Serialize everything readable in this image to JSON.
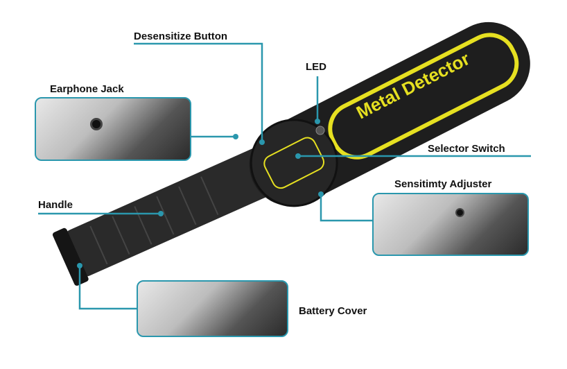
{
  "product_brand_text": "Metal Detector",
  "callouts": {
    "desensitize": "Desensitize Button",
    "led": "LED",
    "earphone": "Earphone Jack",
    "selector": "Selector Switch",
    "sensitivity": "Sensitimty Adjuster",
    "handle": "Handle",
    "battery": "Battery Cover"
  },
  "colors": {
    "leader": "#2a97ad",
    "body": "#1e1e1e",
    "accent": "#e6e021"
  }
}
